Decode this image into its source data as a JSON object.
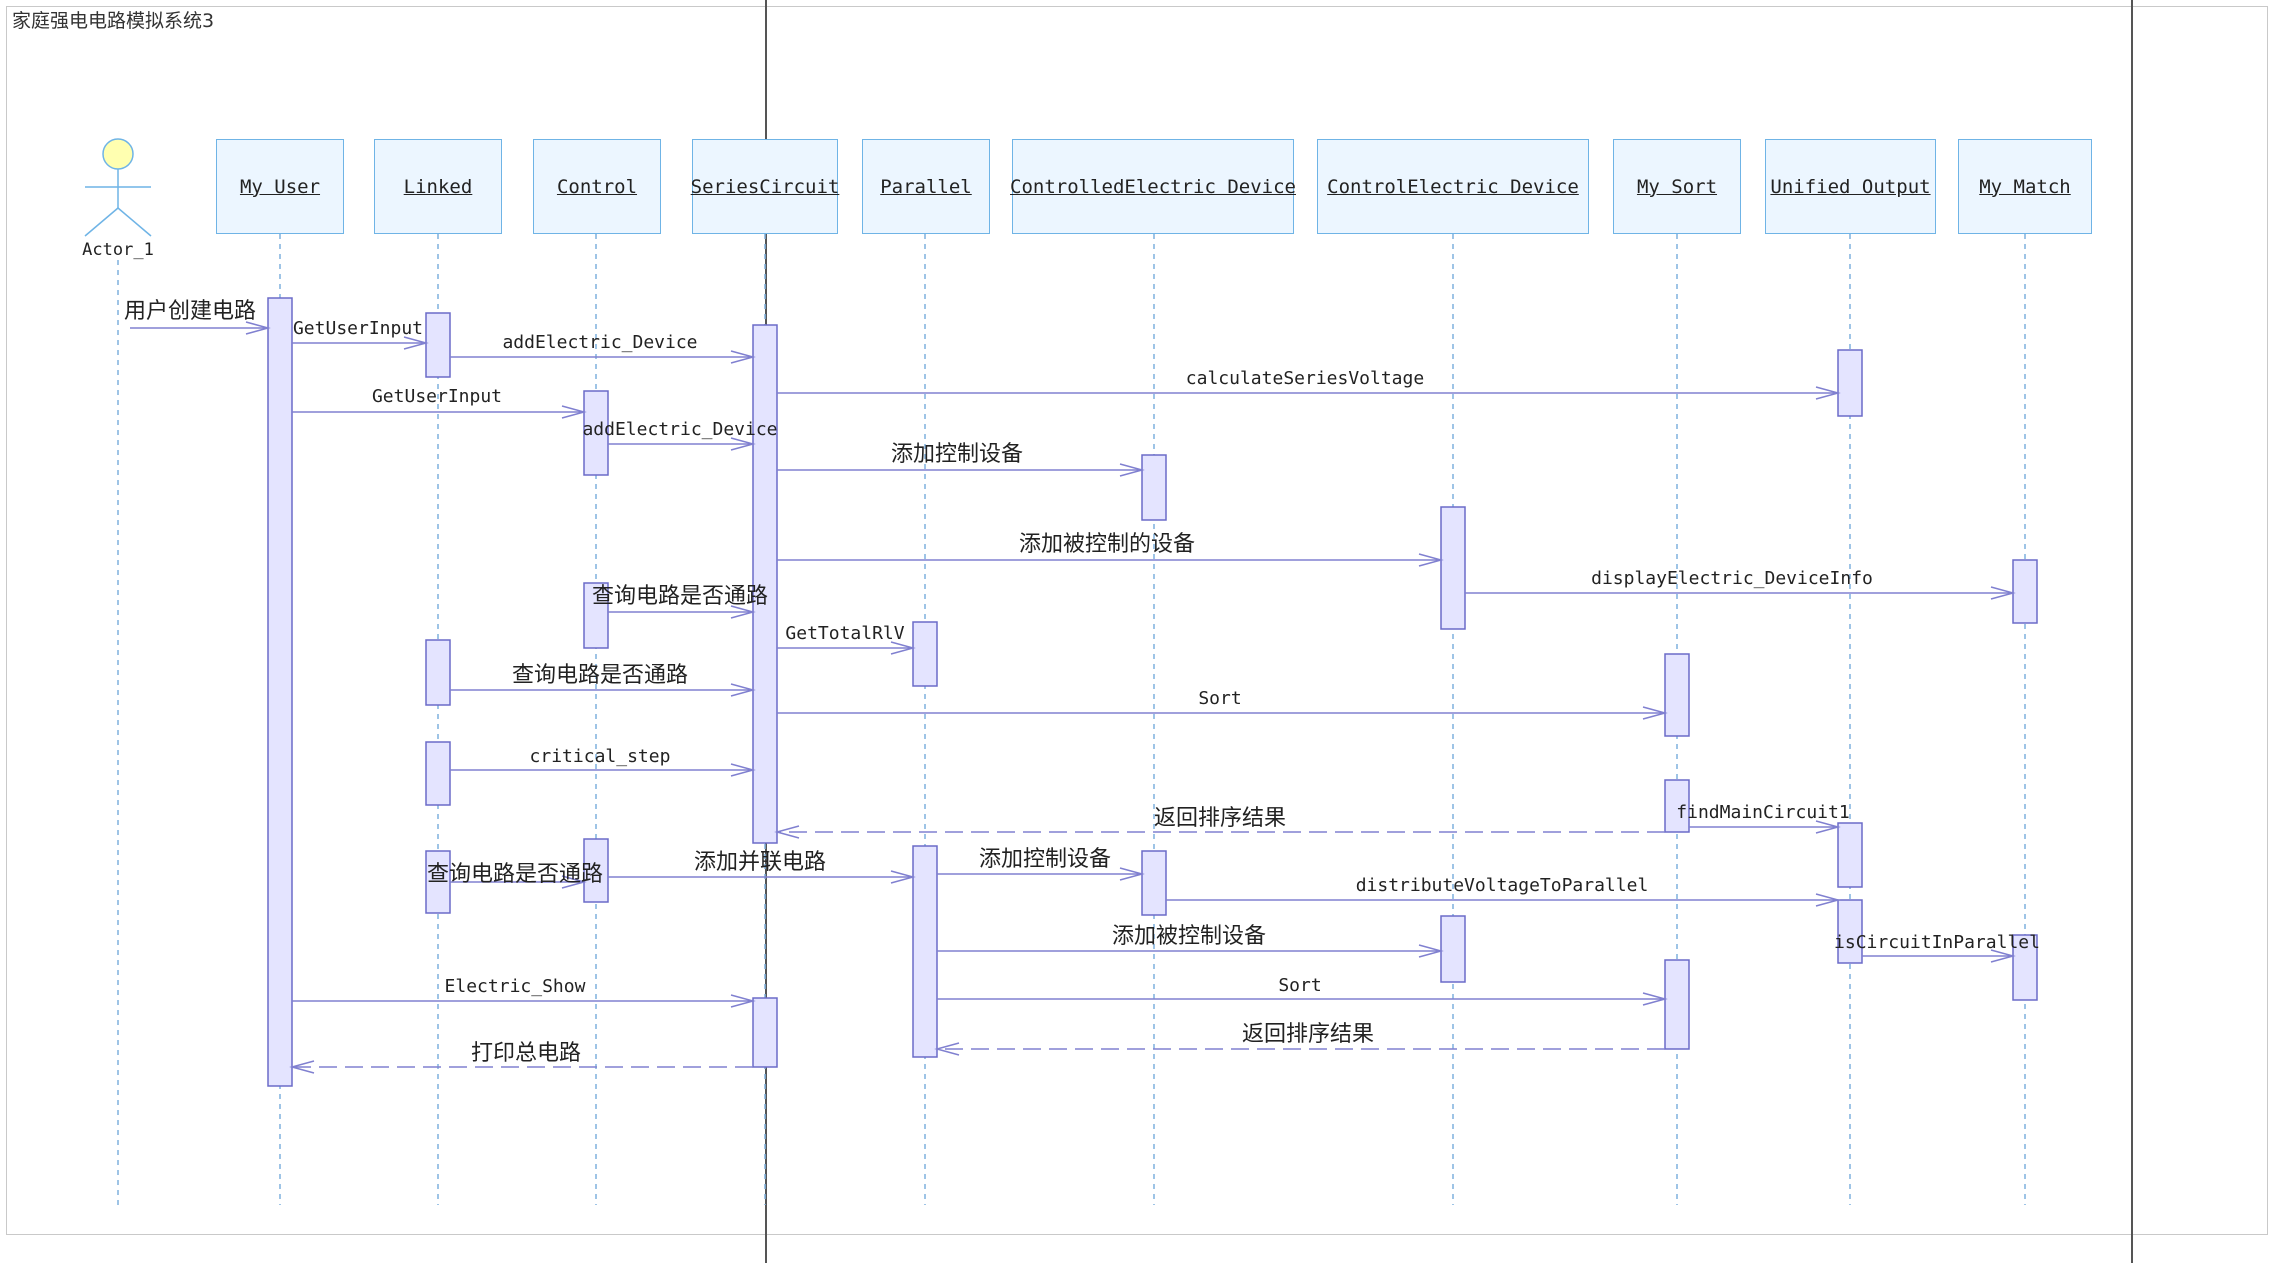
{
  "diagram": {
    "title": "家庭强电电路模拟系统3",
    "actor": "Actor_1",
    "lifelines": [
      "My User",
      "Linked",
      "Control",
      "SeriesCircuit",
      "Parallel",
      "ControlledElectric Device",
      "ControlElectric Device",
      "My Sort",
      "Unified Output",
      "My Match"
    ],
    "messages": [
      {
        "from": "Actor_1",
        "to": "My User",
        "label": "用户创建电路",
        "type": "sync"
      },
      {
        "from": "My User",
        "to": "Linked",
        "label": "GetUserInput",
        "type": "sync"
      },
      {
        "from": "Linked",
        "to": "SeriesCircuit",
        "label": "addElectric_Device",
        "type": "sync"
      },
      {
        "from": "SeriesCircuit",
        "to": "Unified Output",
        "label": "calculateSeriesVoltage",
        "type": "sync"
      },
      {
        "from": "My User",
        "to": "Control",
        "label": "GetUserInput",
        "type": "sync"
      },
      {
        "from": "Control",
        "to": "SeriesCircuit",
        "label": "addElectric_Device",
        "type": "sync"
      },
      {
        "from": "SeriesCircuit",
        "to": "ControlledElectric Device",
        "label": "添加控制设备",
        "type": "sync"
      },
      {
        "from": "SeriesCircuit",
        "to": "ControlElectric Device",
        "label": "添加被控制的设备",
        "type": "sync"
      },
      {
        "from": "ControlElectric Device",
        "to": "My Match",
        "label": "displayElectric_DeviceInfo",
        "type": "sync"
      },
      {
        "from": "Control",
        "to": "SeriesCircuit",
        "label": "查询电路是否通路",
        "type": "sync"
      },
      {
        "from": "SeriesCircuit",
        "to": "Parallel",
        "label": "GetTotalRlV",
        "type": "sync"
      },
      {
        "from": "Linked",
        "to": "SeriesCircuit",
        "label": "查询电路是否通路",
        "type": "sync"
      },
      {
        "from": "SeriesCircuit",
        "to": "My Sort",
        "label": "Sort",
        "type": "sync"
      },
      {
        "from": "Linked",
        "to": "SeriesCircuit",
        "label": "critical_step",
        "type": "sync"
      },
      {
        "from": "My Sort",
        "to": "SeriesCircuit",
        "label": "返回排序结果",
        "type": "return"
      },
      {
        "from": "My Sort",
        "to": "Unified Output",
        "label": "findMainCircuit1",
        "type": "sync"
      },
      {
        "from": "Linked",
        "to": "Control",
        "label": "查询电路是否通路",
        "type": "sync"
      },
      {
        "from": "Control",
        "to": "Parallel",
        "label": "添加并联电路",
        "type": "sync"
      },
      {
        "from": "Parallel",
        "to": "ControlledElectric Device",
        "label": "添加控制设备",
        "type": "sync"
      },
      {
        "from": "ControlledElectric Device",
        "to": "Unified Output",
        "label": "distributeVoltageToParallel",
        "type": "sync"
      },
      {
        "from": "Parallel",
        "to": "ControlElectric Device",
        "label": "添加被控制设备",
        "type": "sync"
      },
      {
        "from": "Unified Output",
        "to": "My Match",
        "label": "isCircuitInParallel",
        "type": "sync"
      },
      {
        "from": "My User",
        "to": "SeriesCircuit",
        "label": "Electric_Show",
        "type": "sync"
      },
      {
        "from": "Parallel",
        "to": "My Sort",
        "label": "Sort",
        "type": "sync"
      },
      {
        "from": "My Sort",
        "to": "Parallel",
        "label": "返回排序结果",
        "type": "return"
      },
      {
        "from": "SeriesCircuit",
        "to": "My User",
        "label": "打印总电路",
        "type": "return"
      }
    ]
  },
  "colors": {
    "lifeline_box_fill": "#ecf6ff",
    "lifeline_box_border": "#6fb4e6",
    "activation_fill": "#e4e4ff",
    "activation_border": "#6b6bc8",
    "message_line": "#8080d0",
    "actor_head": "#ffffb0"
  }
}
